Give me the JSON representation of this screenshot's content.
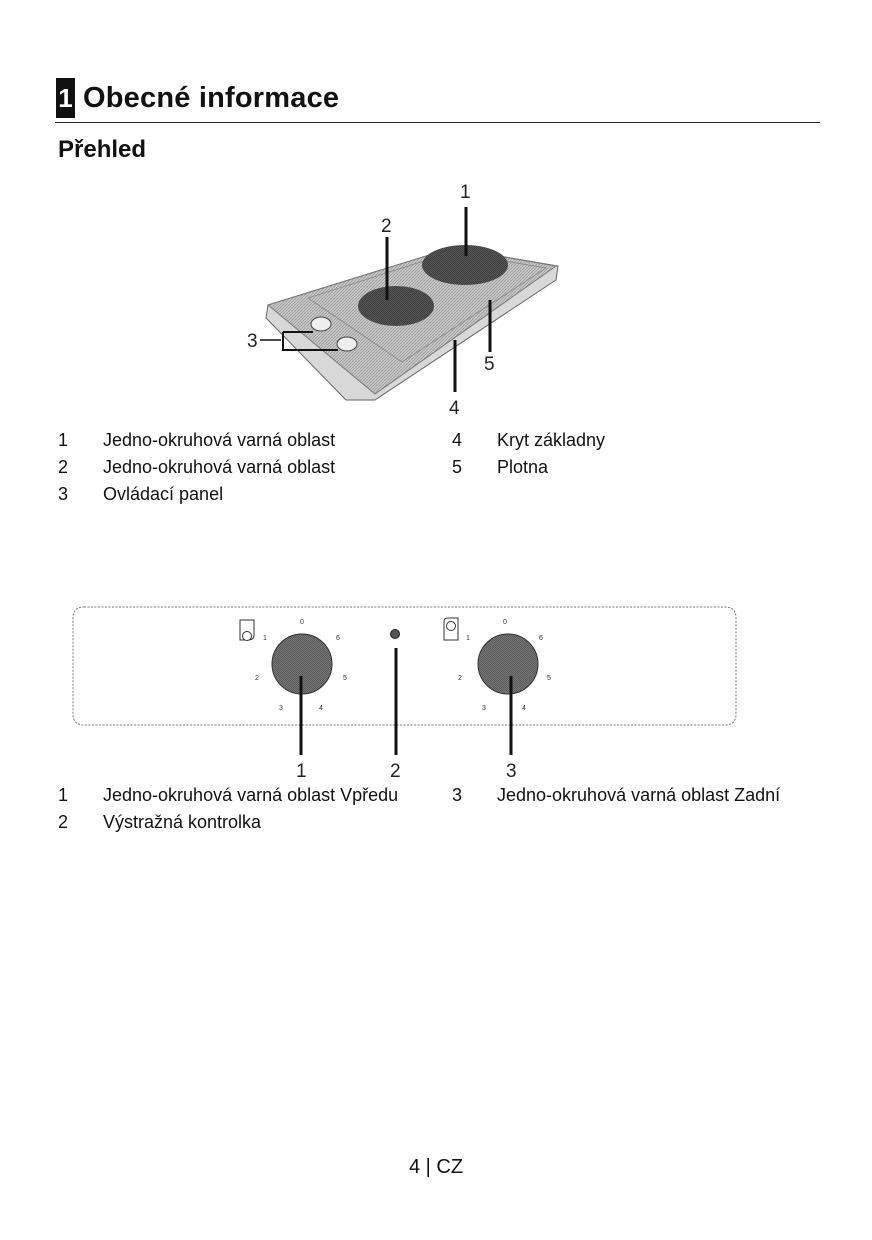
{
  "chapter": {
    "number": "1",
    "title": "Obecné informace"
  },
  "section_title": "Přehled",
  "figure1": {
    "callouts": [
      "1",
      "2",
      "3",
      "4",
      "5"
    ],
    "legend_left": [
      {
        "num": "1",
        "text": "Jedno-okruhová varná oblast"
      },
      {
        "num": "2",
        "text": "Jedno-okruhová varná oblast"
      },
      {
        "num": "3",
        "text": "Ovládací panel"
      }
    ],
    "legend_right": [
      {
        "num": "4",
        "text": "Kryt základny"
      },
      {
        "num": "5",
        "text": "Plotna"
      }
    ]
  },
  "figure2": {
    "callouts": [
      "1",
      "2",
      "3"
    ],
    "knob_scale": [
      "0",
      "1",
      "2",
      "3",
      "4",
      "5",
      "6"
    ],
    "legend_left": [
      {
        "num": "1",
        "text": "Jedno-okruhová varná oblast Vpředu"
      },
      {
        "num": "2",
        "text": "Výstražná kontrolka"
      }
    ],
    "legend_right": [
      {
        "num": "3",
        "text": "Jedno-okruhová varná oblast Zadní"
      }
    ]
  },
  "footer": {
    "page": "4",
    "separator": "|",
    "lang": "CZ"
  }
}
